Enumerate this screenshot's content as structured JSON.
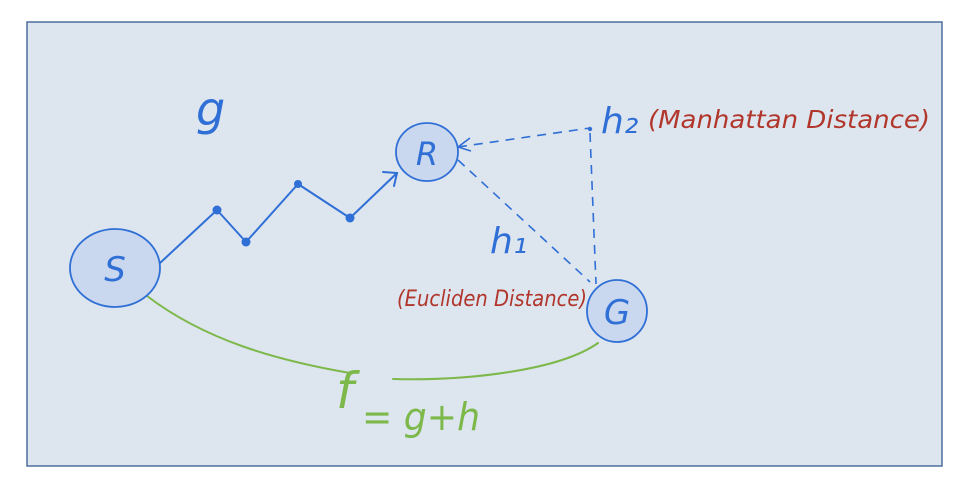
{
  "colors": {
    "background": "#dde5ef",
    "frame": "#4d6f9e",
    "node_fill": "#c9d8ee",
    "blue_ink": "#2f6fd6",
    "red_ink": "#b1362c",
    "green_ink": "#7db84a"
  },
  "nodes": {
    "start": "S",
    "current": "R",
    "goal": "G"
  },
  "labels": {
    "g": "g",
    "h1": "h₁",
    "h2": "h₂",
    "manhattan": "(Manhattan Distance)",
    "euclidean": "(Eucliden Distance)",
    "f": "f",
    "formula": "= g+h"
  }
}
